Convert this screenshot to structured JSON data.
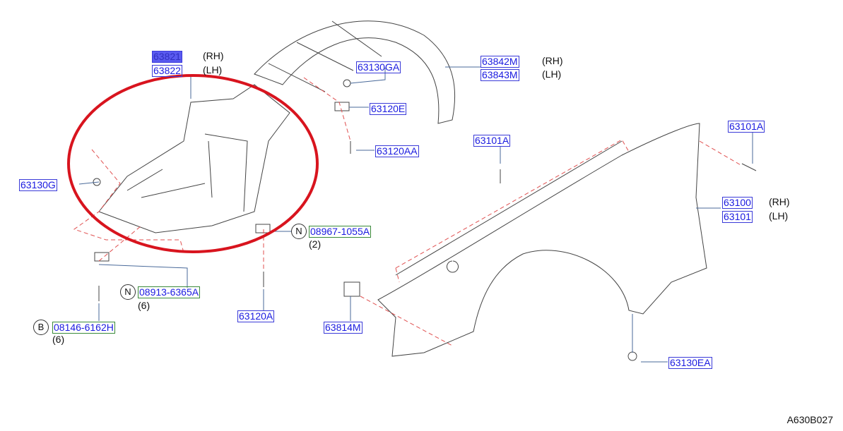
{
  "parts": [
    {
      "id": "63821",
      "side": "(RH)"
    },
    {
      "id": "63822",
      "side": "(LH)"
    },
    {
      "id": "63130GA"
    },
    {
      "id": "63842M",
      "side": "(RH)"
    },
    {
      "id": "63843M",
      "side": "(LH)"
    },
    {
      "id": "63120E"
    },
    {
      "id": "63120AA"
    },
    {
      "id": "63101A"
    },
    {
      "id": "63101A"
    },
    {
      "id": "63130G"
    },
    {
      "id": "63100",
      "side": "(RH)"
    },
    {
      "id": "63101",
      "side": "(LH)"
    },
    {
      "id": "08967-1055A",
      "prefix": "N",
      "qty": "(2)"
    },
    {
      "id": "08913-6365A",
      "prefix": "N",
      "qty": "(6)"
    },
    {
      "id": "08146-6162H",
      "prefix": "B",
      "qty": "(6)"
    },
    {
      "id": "63120A"
    },
    {
      "id": "63814M"
    },
    {
      "id": "63130EA"
    }
  ],
  "diagram_code": "A630B027",
  "colors": {
    "label": "#1a1ae0",
    "highlight_circle": "#d8141e",
    "leader_dash": "#e05050"
  }
}
